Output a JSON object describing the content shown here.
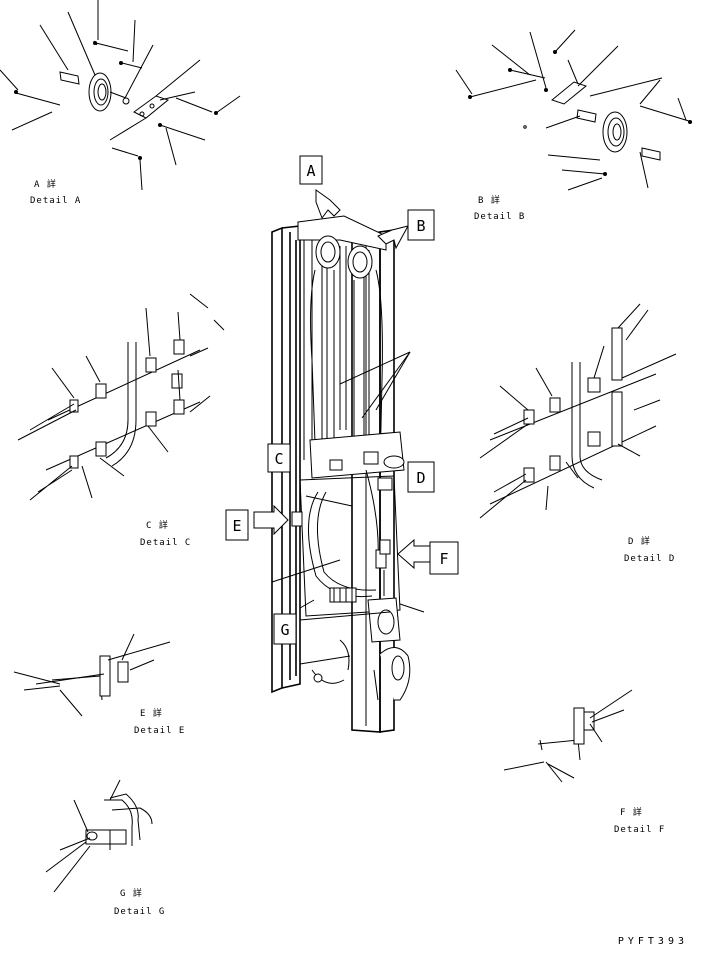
{
  "callouts": {
    "A": "A",
    "B": "B",
    "C": "C",
    "D": "D",
    "E": "E",
    "F": "F",
    "G": "G"
  },
  "details": {
    "A": {
      "jp": "A 詳",
      "en": "Detail A"
    },
    "B": {
      "jp": "B 詳",
      "en": "Detail B"
    },
    "C": {
      "jp": "C 詳",
      "en": "Detail C"
    },
    "D": {
      "jp": "D 詳",
      "en": "Detail D"
    },
    "E": {
      "jp": "E 詳",
      "en": "Detail E"
    },
    "F": {
      "jp": "F 詳",
      "en": "Detail F"
    },
    "G": {
      "jp": "G 詳",
      "en": "Detail G"
    }
  },
  "part_number": "PYFT393"
}
